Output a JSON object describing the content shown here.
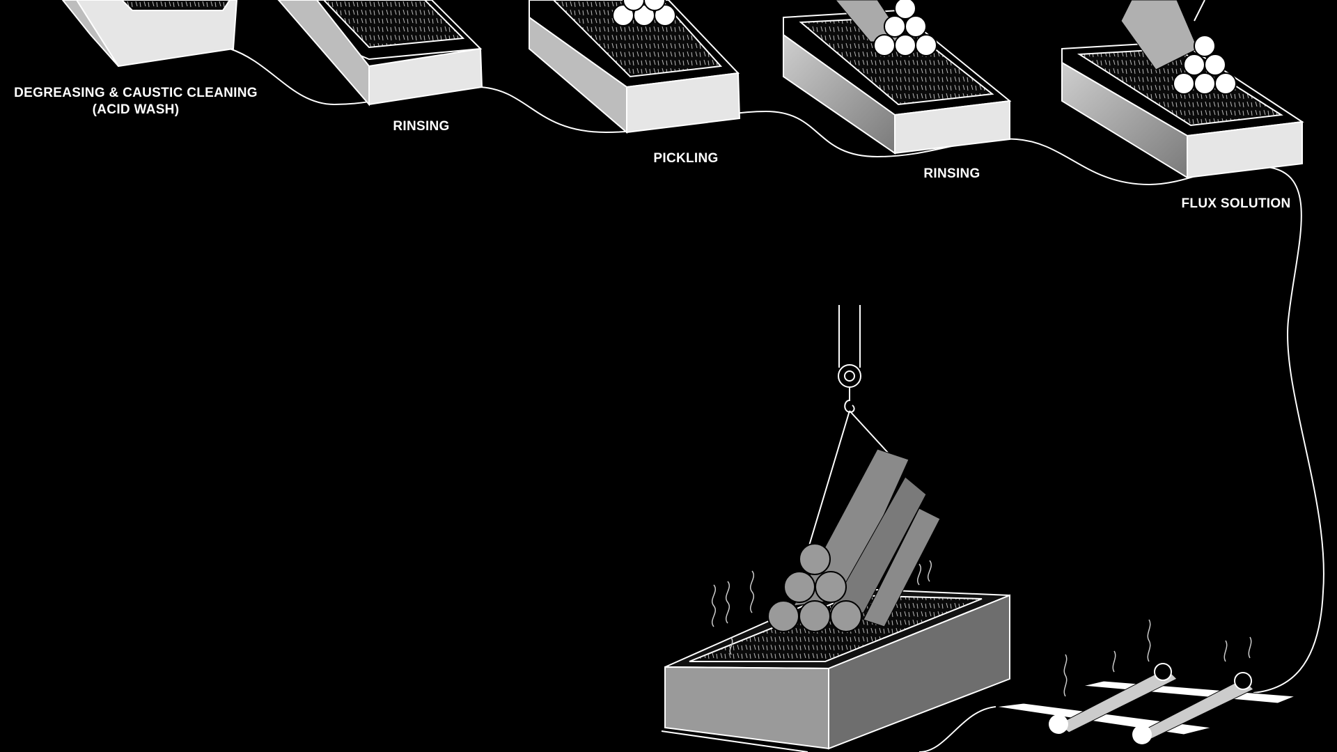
{
  "stages": [
    {
      "id": "degreasing",
      "label_line1": "DEGREASING & CAUSTIC CLEANING",
      "label_line2": "(ACID WASH)"
    },
    {
      "id": "rinsing-1",
      "label_line1": "RINSING"
    },
    {
      "id": "pickling",
      "label_line1": "PICKLING"
    },
    {
      "id": "rinsing-2",
      "label_line1": "RINSING"
    },
    {
      "id": "flux-solution",
      "label_line1": "FLUX SOLUTION"
    }
  ],
  "colors": {
    "background": "#000000",
    "line": "#ffffff",
    "tank_light": "#e6e6e6",
    "tank_mid": "#bdbdbd",
    "tank_dark": "#8c8c8c",
    "pipe": "#8a8a8a"
  }
}
